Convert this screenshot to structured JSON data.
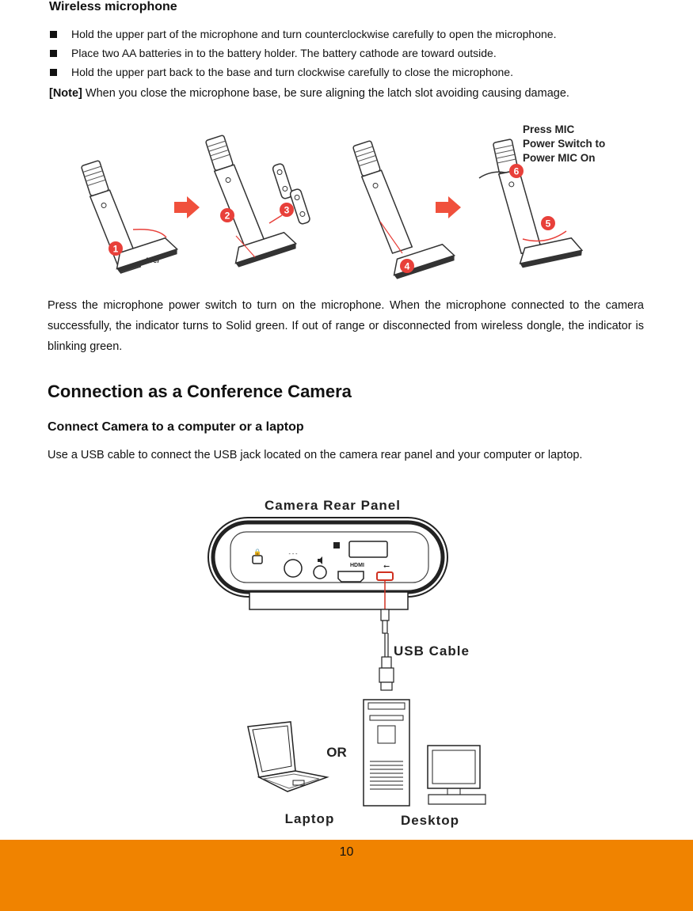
{
  "section1": {
    "heading": "Wireless microphone",
    "bullets": [
      "Hold the upper part of the microphone and turn counterclockwise carefully to open the microphone.",
      "Place two AA batteries in to the battery holder. The battery cathode are toward outside.",
      "Hold the upper part back to the base and turn clockwise carefully to close the microphone."
    ],
    "note_label": "[Note]",
    "note_text": " When you close the microphone base, be sure aligning the latch slot avoiding causing damage."
  },
  "mic_figure": {
    "callout_lines": [
      "Press MIC",
      "Power Switch to",
      "Power MIC On"
    ],
    "step_numbers": [
      "1",
      "2",
      "3",
      "4",
      "5",
      "6"
    ],
    "logo_text": "AVer"
  },
  "section1_paragraph": "Press the microphone power switch to turn on the microphone. When the microphone connected to the camera successfully, the indicator turns to Solid green. If out of range or disconnected from wireless dongle, the indicator is blinking green.",
  "section2": {
    "heading": "Connection as a Conference Camera",
    "subheading": "Connect Camera to a computer or a laptop",
    "paragraph": "Use a USB cable to connect the USB jack located on the camera rear panel and your computer or laptop."
  },
  "usb_figure": {
    "title": "Camera Rear Panel",
    "cable_label": "USB Cable",
    "or_label": "OR",
    "laptop_label": "Laptop",
    "desktop_label": "Desktop",
    "hdmi_label": "HDMI",
    "dc_label": "- - -"
  },
  "footer": {
    "page_number": "10",
    "color": "#f08300"
  },
  "colors": {
    "arrow": "#f0503c",
    "number_badge": "#e8403a",
    "cable_highlight": "#d03020"
  }
}
